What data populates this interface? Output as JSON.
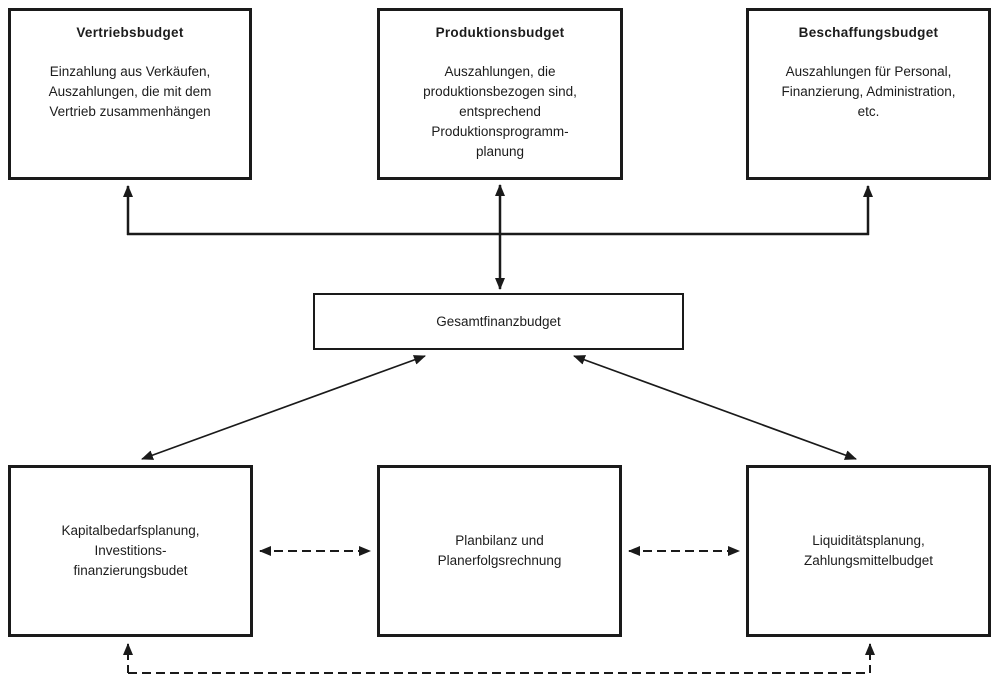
{
  "nodes": {
    "vertriebsbudget": {
      "title": "Vertriebsbudget",
      "body": "Einzahlung aus Verkäufen,\nAuszahlungen, die mit dem\nVertrieb zusammenhängen"
    },
    "produktionsbudget": {
      "title": "Produktionsbudget",
      "body": "Auszahlungen, die\nproduktionsbezogen sind,\nentsprechend\nProduktionsprogramm-\nplanung"
    },
    "beschaffungsbudget": {
      "title": "Beschaffungsbudget",
      "body": "Auszahlungen für Personal,\nFinanzierung, Administration,\netc."
    },
    "gesamtfinanzbudget": {
      "title": "Gesamtfinanzbudget"
    },
    "kapitalbedarfsplanung": {
      "title": "Kapitalbedarfsplanung,\nInvestitions-\nfinanzierungsbudet"
    },
    "planbilanz": {
      "title": "Planbilanz und\nPlanerfolgsrechnung"
    },
    "liquiditaetsplanung": {
      "title": "Liquiditätsplanung,\nZahlungsmittelbudget"
    }
  },
  "edges": [
    {
      "from": "gesamtfinanzbudget",
      "to": "vertriebsbudget",
      "style": "solid",
      "arrows": "single-up"
    },
    {
      "from": "gesamtfinanzbudget",
      "to": "produktionsbudget",
      "style": "solid",
      "arrows": "double"
    },
    {
      "from": "gesamtfinanzbudget",
      "to": "beschaffungsbudget",
      "style": "solid",
      "arrows": "single-up"
    },
    {
      "from": "gesamtfinanzbudget",
      "to": "kapitalbedarfsplanung",
      "style": "solid",
      "arrows": "double"
    },
    {
      "from": "gesamtfinanzbudget",
      "to": "liquiditaetsplanung",
      "style": "solid",
      "arrows": "double"
    },
    {
      "from": "kapitalbedarfsplanung",
      "to": "planbilanz",
      "style": "dashed",
      "arrows": "double"
    },
    {
      "from": "planbilanz",
      "to": "liquiditaetsplanung",
      "style": "dashed",
      "arrows": "double"
    },
    {
      "from": "kapitalbedarfsplanung",
      "to": "liquiditaetsplanung",
      "style": "dashed",
      "arrows": "double-up"
    }
  ],
  "colors": {
    "line": "#1a1a1a",
    "box_border": "#1a1a1a",
    "background": "#ffffff",
    "text": "#1c1c1c"
  }
}
